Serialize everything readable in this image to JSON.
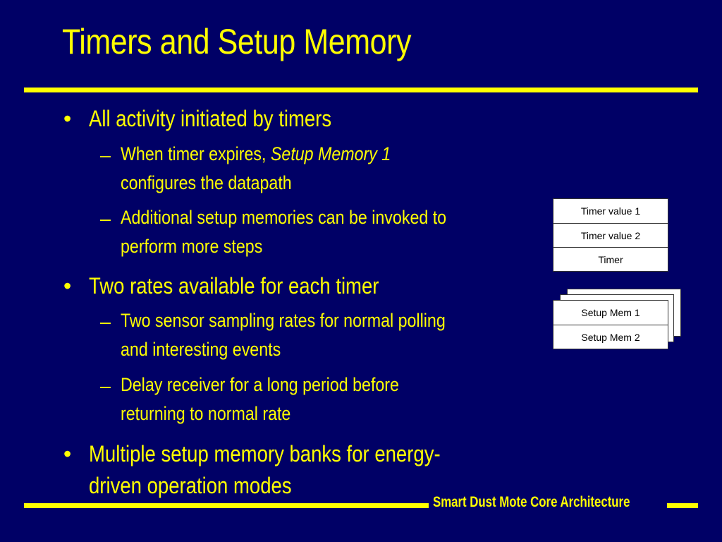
{
  "slide": {
    "title": "Timers and Setup Memory",
    "footer": "Smart Dust Mote Core Architecture"
  },
  "bullets": [
    {
      "text": "All activity initiated by timers",
      "sub": [
        {
          "prefix": "When timer expires, ",
          "emphasis": "Setup Memory 1",
          "line2": "configures the datapath"
        },
        {
          "line1": "Additional setup memories can be invoked to",
          "line2": "perform more steps"
        }
      ]
    },
    {
      "text": "Two rates available for each timer",
      "sub": [
        {
          "line1": "Two sensor sampling rates for normal polling",
          "line2": "and interesting events"
        },
        {
          "line1": "Delay receiver for a long period before",
          "line2": "returning to normal rate"
        }
      ]
    },
    {
      "line1": "Multiple setup memory banks for energy-",
      "line2": "driven operation modes"
    }
  ],
  "bullet_glyph": "•",
  "sub_glyph": "–",
  "timer_table": [
    "Timer value 1",
    "Timer value 2",
    "Timer"
  ],
  "setup_table": [
    "Setup Mem 1",
    "Setup Mem 2"
  ],
  "colors": {
    "background": "#000066",
    "text": "#FFFF00",
    "table_bg": "#FFFFFF"
  }
}
